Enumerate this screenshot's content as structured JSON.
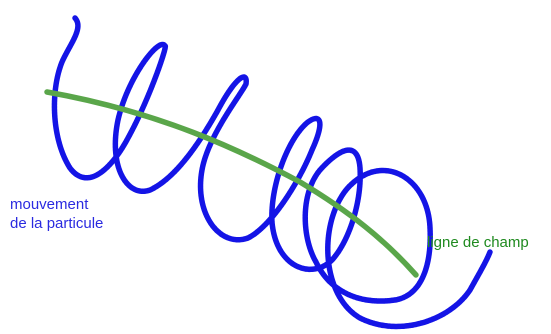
{
  "labels": {
    "particle_line1": "mouvement",
    "particle_line2": "de la particule",
    "field": "ligne de champ"
  },
  "colors": {
    "helix": "#1414e6",
    "field_line": "#5aa64a",
    "particle_text": "#2a2ae0",
    "field_text": "#1f8a1f"
  }
}
